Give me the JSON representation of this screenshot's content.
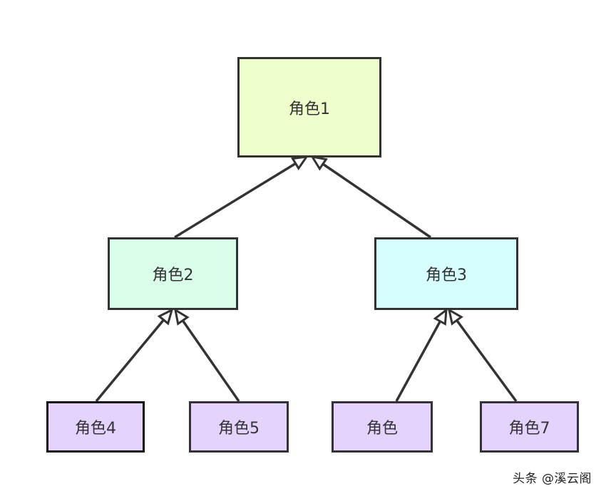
{
  "nodes": {
    "role1": {
      "label": "角色1",
      "fill": "#eeffcc"
    },
    "role2": {
      "label": "角色2",
      "fill": "#d9fde8"
    },
    "role3": {
      "label": "角色3",
      "fill": "#d6feff"
    },
    "role4": {
      "label": "角色4",
      "fill": "#e4d4fd"
    },
    "role5": {
      "label": "角色5",
      "fill": "#e4d4fd"
    },
    "role6": {
      "label": "角色",
      "fill": "#e4d4fd"
    },
    "role7": {
      "label": "角色7",
      "fill": "#e4d4fd"
    }
  },
  "edges": [
    {
      "from": "role2",
      "to": "role1"
    },
    {
      "from": "role3",
      "to": "role1"
    },
    {
      "from": "role4",
      "to": "role2"
    },
    {
      "from": "role5",
      "to": "role2"
    },
    {
      "from": "role6",
      "to": "role3"
    },
    {
      "from": "role7",
      "to": "role3"
    }
  ],
  "watermark": "头条 @溪云阁",
  "colors": {
    "stroke": "#333333",
    "arrow_fill": "#ffffff"
  }
}
